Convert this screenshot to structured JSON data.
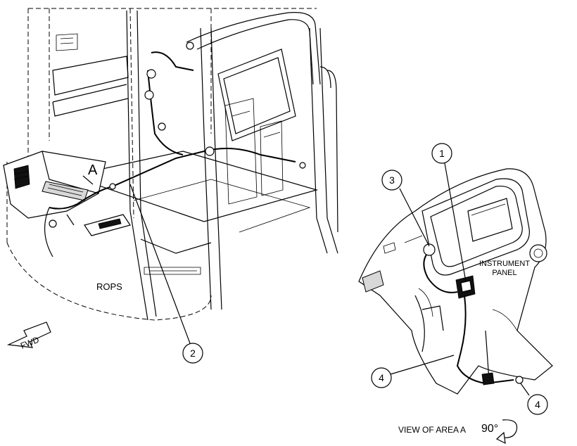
{
  "labels": {
    "area": "A",
    "rops": "ROPS",
    "fwd": "FWD",
    "instrument_line1": "INSTRUMENT",
    "instrument_line2": "PANEL",
    "view": "VIEW OF AREA A",
    "rotation": "90°"
  },
  "callouts": {
    "c1": "1",
    "c2": "2",
    "c3": "3",
    "c4a": "4",
    "c4b": "4"
  }
}
